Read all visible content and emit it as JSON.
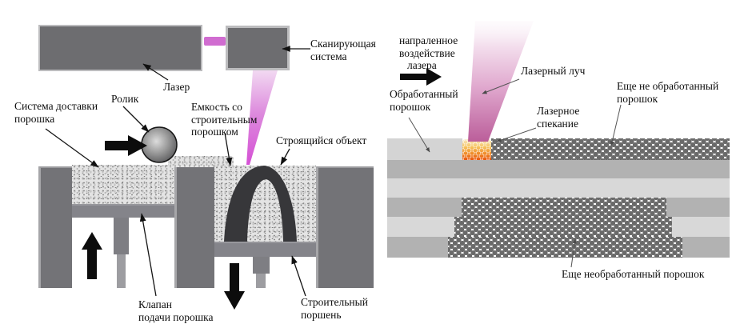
{
  "left_diagram": {
    "labels": {
      "laser": "Лазер",
      "scanning_system": {
        "l1": "Сканирующая",
        "l2": "система"
      },
      "roller": "Ролик",
      "powder_delivery": {
        "l1": "Система доставки",
        "l2": "порошка"
      },
      "powder_container": {
        "l1": "Емкость со",
        "l2": "строительным",
        "l3": "порошком"
      },
      "building_object": "Строящийся объект",
      "powder_valve": {
        "l1": "Клапан",
        "l2": "подачи порошка"
      },
      "building_piston": {
        "l1": "Строительный",
        "l2": "поршень"
      }
    },
    "icons": [
      "laser-beam-horizontal",
      "laser-beam-vertical",
      "roller-sphere",
      "feed-arrow-right",
      "piston-arrow-up",
      "piston-arrow-down",
      "built-arch-object"
    ]
  },
  "right_diagram": {
    "labels": {
      "directed_action": {
        "l1": "напраленное",
        "l2": "воздействие",
        "l3": "лазера"
      },
      "laser_beam": "Лазерный луч",
      "laser_sintering": {
        "l1": "Лазерное",
        "l2": "спекание"
      },
      "processed_powder": {
        "l1": "Обработанный",
        "l2": "порошок"
      },
      "raw_powder_top": {
        "l1": "Еще не обработанный",
        "l2": "порошок"
      },
      "raw_powder_bottom": "Еще необработанный порошок"
    },
    "icons": [
      "scan-direction-arrow",
      "laser-cone",
      "sintering-spot"
    ]
  },
  "colors": {
    "machine_gray": "#6d6d70",
    "pillar_gray": "#737377",
    "plate_gray": "#84848a",
    "beam_magenta": "#cc5fcc",
    "cone_pink_bottom": "#bb5e9a",
    "sinter_orange": "#e8560e",
    "powder_dot_gray": "#6a6a6a",
    "stripe_medium": "#b2b2b2",
    "stripe_light": "#d8d8d8",
    "arch_dark": "#37373a",
    "label_text": "#0d0d0d"
  }
}
